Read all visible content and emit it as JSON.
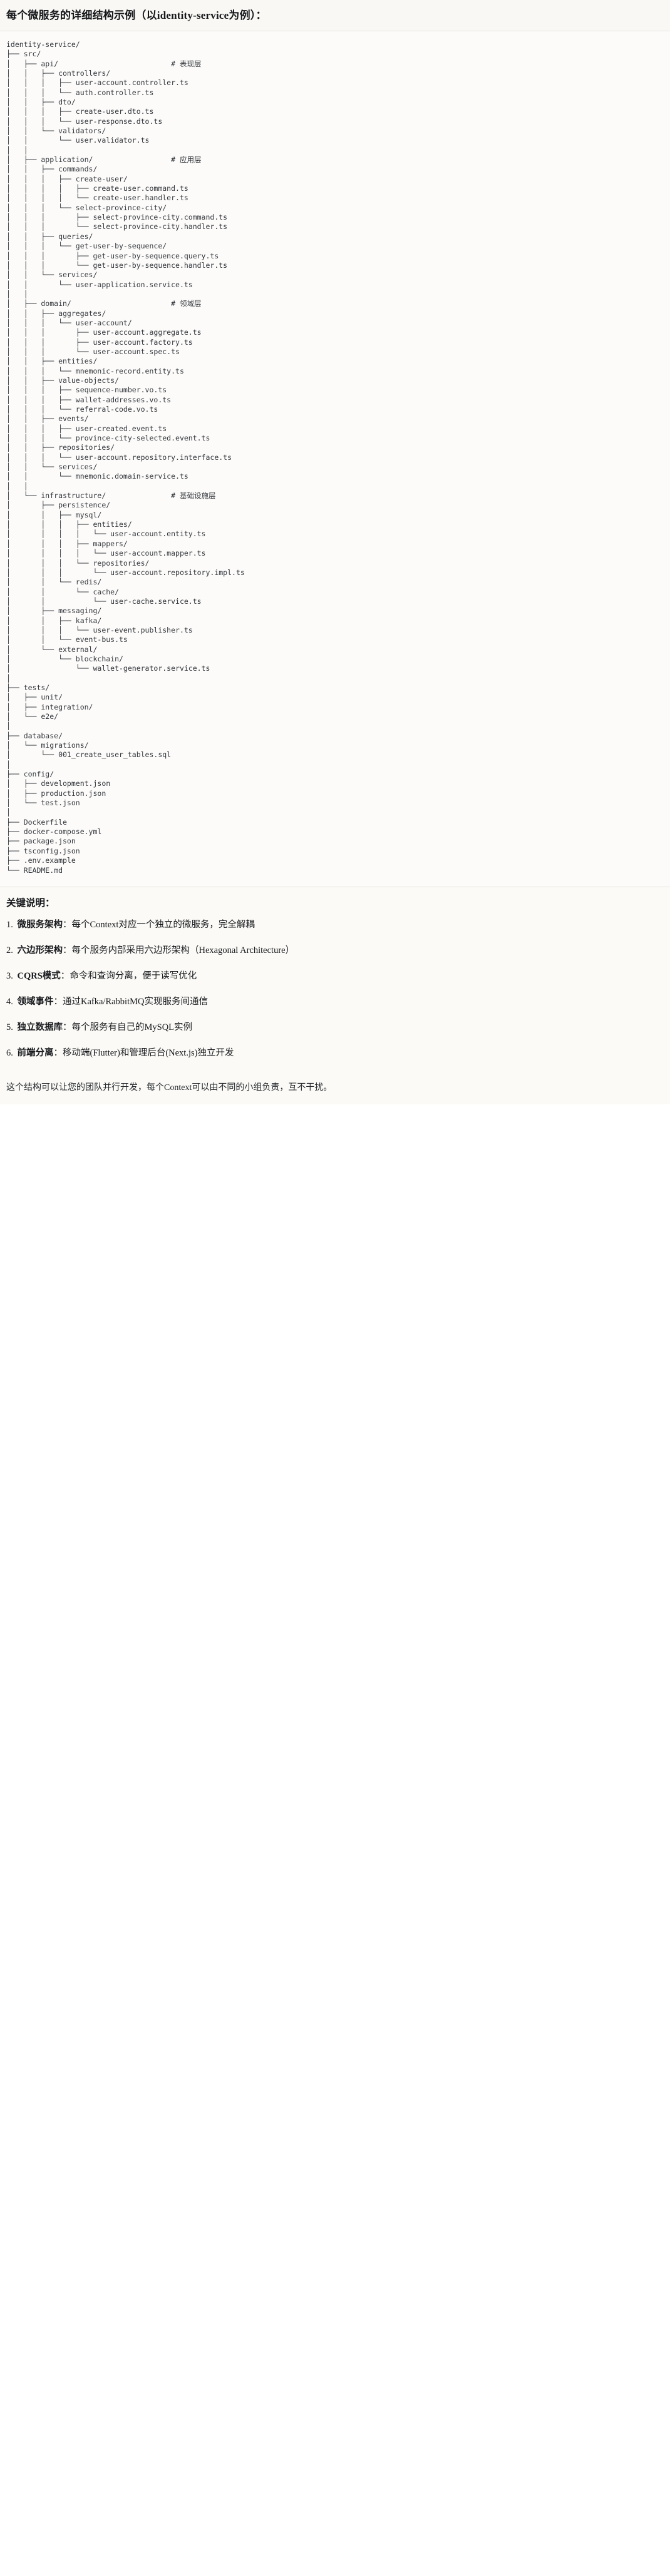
{
  "heading": {
    "title": "每个微服务的详细结构示例（以identity-service为例）："
  },
  "tree": {
    "root": "identity-service/",
    "text": "identity-service/\n├── src/\n│   ├── api/                          # 表现层\n│   │   ├── controllers/\n│   │   │   ├── user-account.controller.ts\n│   │   │   └── auth.controller.ts\n│   │   ├── dto/\n│   │   │   ├── create-user.dto.ts\n│   │   │   └── user-response.dto.ts\n│   │   └── validators/\n│   │       └── user.validator.ts\n│   │\n│   ├── application/                  # 应用层\n│   │   ├── commands/\n│   │   │   ├── create-user/\n│   │   │   │   ├── create-user.command.ts\n│   │   │   │   └── create-user.handler.ts\n│   │   │   └── select-province-city/\n│   │   │       ├── select-province-city.command.ts\n│   │   │       └── select-province-city.handler.ts\n│   │   ├── queries/\n│   │   │   └── get-user-by-sequence/\n│   │   │       ├── get-user-by-sequence.query.ts\n│   │   │       └── get-user-by-sequence.handler.ts\n│   │   └── services/\n│   │       └── user-application.service.ts\n│   │\n│   ├── domain/                       # 领域层\n│   │   ├── aggregates/\n│   │   │   └── user-account/\n│   │   │       ├── user-account.aggregate.ts\n│   │   │       ├── user-account.factory.ts\n│   │   │       └── user-account.spec.ts\n│   │   ├── entities/\n│   │   │   └── mnemonic-record.entity.ts\n│   │   ├── value-objects/\n│   │   │   ├── sequence-number.vo.ts\n│   │   │   ├── wallet-addresses.vo.ts\n│   │   │   └── referral-code.vo.ts\n│   │   ├── events/\n│   │   │   ├── user-created.event.ts\n│   │   │   └── province-city-selected.event.ts\n│   │   ├── repositories/\n│   │   │   └── user-account.repository.interface.ts\n│   │   └── services/\n│   │       └── mnemonic.domain-service.ts\n│   │\n│   └── infrastructure/               # 基础设施层\n│       ├── persistence/\n│       │   ├── mysql/\n│       │   │   ├── entities/\n│       │   │   │   └── user-account.entity.ts\n│       │   │   ├── mappers/\n│       │   │   │   └── user-account.mapper.ts\n│       │   │   └── repositories/\n│       │   │       └── user-account.repository.impl.ts\n│       │   └── redis/\n│       │       └── cache/\n│       │           └── user-cache.service.ts\n│       ├── messaging/\n│       │   ├── kafka/\n│       │   │   └── user-event.publisher.ts\n│       │   └── event-bus.ts\n│       └── external/\n│           └── blockchain/\n│               └── wallet-generator.service.ts\n│\n├── tests/\n│   ├── unit/\n│   ├── integration/\n│   └── e2e/\n│\n├── database/\n│   └── migrations/\n│       └── 001_create_user_tables.sql\n│\n├── config/\n│   ├── development.json\n│   ├── production.json\n│   └── test.json\n│\n├── Dockerfile\n├── docker-compose.yml\n├── package.json\n├── tsconfig.json\n├── .env.example\n└── README.md",
    "layer_comments": [
      "# 表现层",
      "# 应用层",
      "# 领域层",
      "# 基础设施层"
    ]
  },
  "notes": {
    "title": "关键说明：",
    "items": [
      {
        "term": "微服务架构",
        "sep": "：",
        "desc": "每个Context对应一个独立的微服务，完全解耦"
      },
      {
        "term": "六边形架构",
        "sep": "：",
        "desc": "每个服务内部采用六边形架构（Hexagonal Architecture）"
      },
      {
        "term": "CQRS模式",
        "sep": "：",
        "desc": "命令和查询分离，便于读写优化"
      },
      {
        "term": "领域事件",
        "sep": "：",
        "desc": "通过Kafka/RabbitMQ实现服务间通信"
      },
      {
        "term": "独立数据库",
        "sep": "：",
        "desc": "每个服务有自己的MySQL实例"
      },
      {
        "term": "前端分离",
        "sep": "：",
        "desc": "移动端(Flutter)和管理后台(Next.js)独立开发"
      }
    ],
    "closing": "这个结构可以让您的团队并行开发，每个Context可以由不同的小组负责，互不干扰。"
  }
}
